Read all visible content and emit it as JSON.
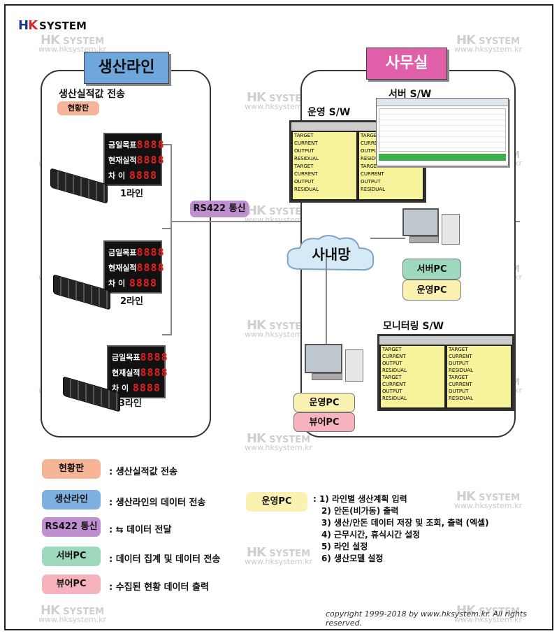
{
  "logo": {
    "brand": "SYSTEM"
  },
  "watermark": {
    "logo": "SYSTEM",
    "url": "www.hksystem.kr"
  },
  "left_panel": {
    "title": "생산라인",
    "section_title": "생산실적값 전송",
    "badge": "현황판",
    "board_labels": [
      "금일목표",
      "현재실적",
      "차    이"
    ],
    "board_digits": "8888",
    "lines": [
      "1라인",
      "2라인",
      "3라인"
    ]
  },
  "comm": {
    "label": "RS422 통신"
  },
  "right_panel": {
    "title": "사무실",
    "server_sw": "서버 S/W",
    "operation_sw": "운영 S/W",
    "network": "사내망",
    "monitoring_sw": "모니터링 S/W",
    "server_pc": "서버PC",
    "operation_pc": "운영PC",
    "operation_pc2": "운영PC",
    "viewer_pc": "뷰어PC",
    "screen_rows": [
      "TARGET",
      "CURRENT",
      "OUTPUT",
      "RESIDUAL"
    ]
  },
  "legend": {
    "items": [
      {
        "label": "현황판",
        "desc": ": 생산실적값 전송"
      },
      {
        "label": "생산라인",
        "desc": ": 생산라인의 데이터 전송"
      },
      {
        "label": "RS422 통신",
        "desc": ": ⇆ 데이터 전달"
      },
      {
        "label": "서버PC",
        "desc": ": 데이터 집계 및 데이터 전송"
      },
      {
        "label": "뷰어PC",
        "desc": ": 수집된 현황 데이터 출력"
      }
    ],
    "op_label": "운영PC",
    "op_items": [
      ": 1) 라인별 생산계획 입력",
      "2) 안돈(비가동) 출력",
      "3) 생산/안돈 데이터 저장 및 조회, 출력 (엑셀)",
      "4) 근무시간, 휴식시간 설정",
      "5) 라인 설정",
      "6) 생산모델 설정"
    ]
  },
  "copyright": "copyright 1999-2018 by www.hksystem.kr. All rights reserved."
}
